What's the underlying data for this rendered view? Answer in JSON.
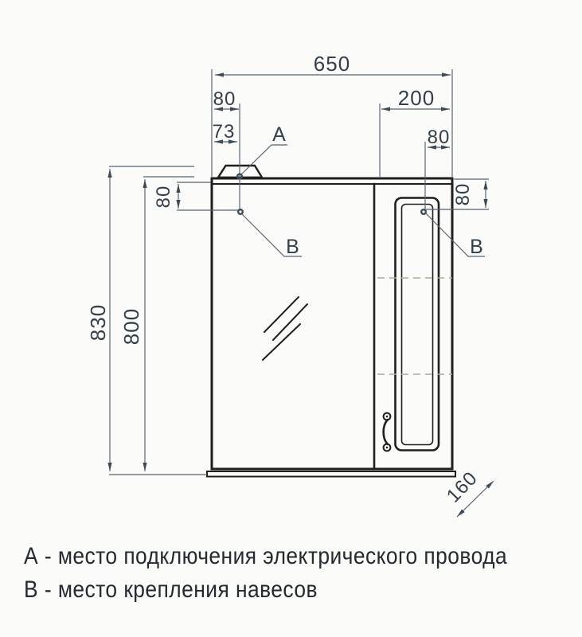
{
  "dimensions": {
    "total_width": "650",
    "top_left_outer": "80",
    "top_left_inner": "73",
    "top_right_outer": "200",
    "top_right_inner": "80",
    "left_mount_offset": "80",
    "right_mount_offset": "80",
    "total_height": "830",
    "body_height": "800",
    "depth": "160"
  },
  "points": {
    "a": "А",
    "b_left": "В",
    "b_right": "В"
  },
  "legend": {
    "line_a": "А - место подключения электрического провода",
    "line_b": "В - место крепления навесов"
  },
  "colors": {
    "outline": "#1f1f1d",
    "dimension": "#55626e",
    "dimension_text": "#333f4a",
    "arrow": "#3e4b57",
    "shelf_dashes": "#a9ae8c",
    "background": "#fbfbf9"
  }
}
